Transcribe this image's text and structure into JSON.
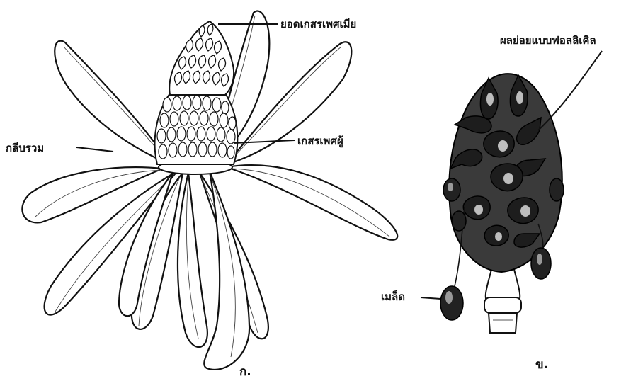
{
  "figure": {
    "labels": {
      "pistil_tip": "ยอดเกสรเพศเมีย",
      "tepals": "กลีบรวม",
      "stamens": "เกสรเพศผู้",
      "follicle": "ผลย่อยแบบฟอลลิเคิล",
      "seed": "เมล็ด"
    },
    "captions": {
      "panel_a": "ก.",
      "panel_b": "ข."
    }
  }
}
